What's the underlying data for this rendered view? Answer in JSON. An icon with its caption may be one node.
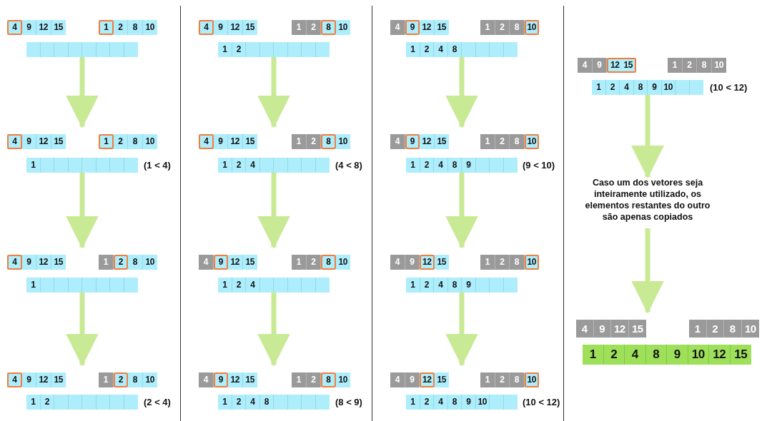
{
  "diagram": {
    "nodes": [
      {
        "text": [
          "4",
          "9",
          "12",
          "15"
        ]
      },
      {
        "text": [
          "1",
          "2",
          "8",
          "10"
        ]
      },
      {
        "text": [],
        "shape": "bar"
      },
      {
        "text": [
          "4",
          "9",
          "12",
          "15"
        ]
      },
      {
        "text": [
          "1",
          "2",
          "8",
          "10"
        ]
      },
      {
        "text": [
          "1"
        ],
        "beside": [
          "(1 < 4)"
        ]
      },
      {
        "text": [
          "4",
          "9",
          "12",
          "15"
        ]
      },
      {
        "text": [
          "1",
          "2",
          "8",
          "10"
        ]
      },
      {
        "text": [
          "1"
        ]
      },
      {
        "text": [
          "4",
          "9",
          "12",
          "15"
        ]
      },
      {
        "text": [
          "1",
          "2",
          "8",
          "10"
        ]
      },
      {
        "text": [
          "1",
          "2"
        ],
        "beside": [
          "(2 < 4)"
        ]
      },
      {
        "text": [
          "4",
          "9",
          "12",
          "15"
        ]
      },
      {
        "text": [
          "1",
          "2",
          "8",
          "10"
        ]
      },
      {
        "text": [
          "1",
          "2"
        ]
      },
      {
        "text": [
          "4",
          "9",
          "12",
          "15"
        ]
      },
      {
        "text": [
          "1",
          "2",
          "8",
          "10"
        ]
      },
      {
        "text": [
          "1",
          "2",
          "4"
        ],
        "beside": [
          "(4 < 8)"
        ]
      },
      {
        "text": [
          "4",
          "9",
          "12",
          "15"
        ]
      },
      {
        "text": [
          "1",
          "2",
          "8",
          "10"
        ]
      },
      {
        "text": [
          "1",
          "2",
          "4"
        ]
      },
      {
        "text": [
          "4",
          "9",
          "12",
          "15"
        ]
      },
      {
        "text": [
          "1",
          "2",
          "8",
          "10"
        ]
      },
      {
        "text": [
          "1",
          "2",
          "4",
          "8"
        ],
        "beside": [
          "(8 < 9)"
        ]
      },
      {
        "text": [
          "4",
          "9",
          "12",
          "15"
        ]
      },
      {
        "text": [
          "1",
          "2",
          "8",
          "10"
        ]
      },
      {
        "text": [
          "1",
          "2",
          "4",
          "8"
        ]
      },
      {
        "text": [
          "4",
          "9",
          "12",
          "15"
        ]
      },
      {
        "text": [
          "1",
          "2",
          "8",
          "10"
        ]
      },
      {
        "text": [
          "1",
          "2",
          "4",
          "8",
          "9"
        ],
        "beside": [
          "(9 < 10)"
        ]
      },
      {
        "text": [
          "4",
          "9",
          "12",
          "15"
        ]
      },
      {
        "text": [
          "1",
          "2",
          "8",
          "10"
        ]
      },
      {
        "text": [
          "1",
          "2",
          "4",
          "8",
          "9"
        ]
      },
      {
        "text": [
          "4",
          "9",
          "12",
          "15"
        ]
      },
      {
        "text": [
          "1",
          "2",
          "8",
          "10"
        ]
      },
      {
        "text": [
          "1",
          "2",
          "4",
          "8",
          "9",
          "10"
        ],
        "beside": [
          "(10 < 12)"
        ]
      },
      {
        "text": [
          "4",
          "9",
          "12",
          "15"
        ]
      },
      {
        "text": [
          "1",
          "2",
          "8",
          "10"
        ]
      },
      {
        "text": [
          "1",
          "2",
          "4",
          "8",
          "9",
          "10"
        ],
        "beside": [
          "(10 < 12)"
        ]
      },
      {
        "text": [
          "Caso um dos vetores seja inteiramente utilizado, os elementos restantes do outro são apenas copiados"
        ]
      },
      {
        "text": [
          "4",
          "9",
          "12",
          "15"
        ]
      },
      {
        "text": [
          "1",
          "2",
          "8",
          "10"
        ]
      },
      {
        "text": [
          "1",
          "2",
          "4",
          "8",
          "9",
          "10",
          "12",
          "15"
        ]
      }
    ],
    "edges": [
      {
        "from": 2,
        "to": 3,
        "arrow": "to"
      },
      {
        "from": 5,
        "to": 6,
        "arrow": "to"
      },
      {
        "from": 8,
        "to": 9,
        "arrow": "to"
      },
      {
        "from": 14,
        "to": 15,
        "arrow": "to"
      },
      {
        "from": 17,
        "to": 18,
        "arrow": "to"
      },
      {
        "from": 20,
        "to": 21,
        "arrow": "to"
      },
      {
        "from": 26,
        "to": 27,
        "arrow": "to"
      },
      {
        "from": 29,
        "to": 30,
        "arrow": "to"
      },
      {
        "from": 32,
        "to": 33,
        "arrow": "to"
      },
      {
        "from": 38,
        "to": 39,
        "arrow": "to"
      },
      {
        "from": 39,
        "to": 40,
        "arrow": "to"
      }
    ]
  }
}
